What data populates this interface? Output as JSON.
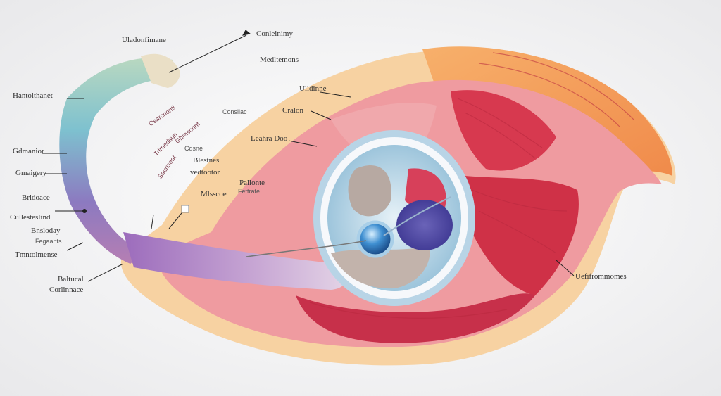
{
  "labels": {
    "top_center": "Uladonfimane",
    "top_right": "Conleinimy",
    "mediations": "Medltemons",
    "left_top": "Hantolthanet",
    "left_2": "Gdmanior",
    "left_3": "Gmaigery",
    "left_4": "Brldoace",
    "left_5": "Cullesteslind",
    "left_6": "Bnsloday",
    "left_6_sub": "Fegaants",
    "left_7": "Tmntolmense",
    "left_8a": "Baltucal",
    "left_8b": "Corlinnace",
    "mid_1": "Ulldinne",
    "mid_2": "Cralon",
    "mid_3": "Leahra Doo",
    "mid_4a": "Blestnes",
    "mid_4b": "vedtootor",
    "mid_5": "Pallonte",
    "mid_5_sub": "Fettrate",
    "mid_6": "Mlsscoe",
    "right_1": "Uefifrommomes",
    "small_1": "Consiiac",
    "small_2": "Cdsne",
    "arc_1": "Osarcnonti",
    "arc_2": "Trlrnedsun",
    "arc_3": "Sauriseat",
    "arc_4": "Ghrasonnt"
  },
  "colors": {
    "background": "#f3f3f4",
    "outer_orange": "#f5a45a",
    "skin": "#f7d3a3",
    "muscle_red": "#d9455a",
    "tissue_pink": "#ee8e98",
    "cavity_blue": "#a9cfe2",
    "purple_band": "#9a6fb8",
    "teal_band": "#6fb9c0"
  }
}
